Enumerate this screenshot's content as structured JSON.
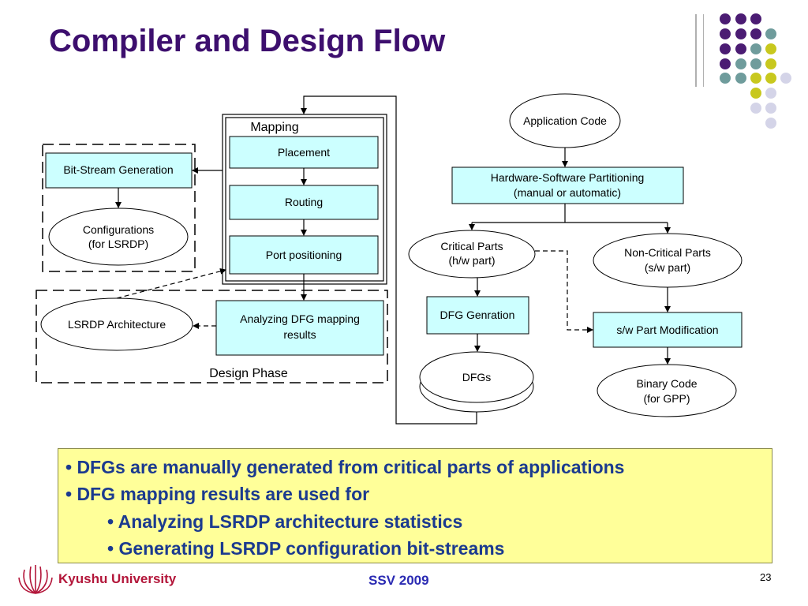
{
  "title": "Compiler and Design Flow",
  "colors": {
    "title": "#3d0f6e",
    "box_fill": "#ccffff",
    "dot_purple": "#4b1c73",
    "dot_teal": "#6f9c9c",
    "dot_yellow": "#c8c81e",
    "dot_lavender": "#d4d4e8",
    "note_fill": "#ffff99",
    "note_text": "#1b3a8f",
    "univ_text": "#b3163a",
    "conf_text": "#2b2bb3"
  },
  "diagram": {
    "mapping_label": "Mapping",
    "placement": "Placement",
    "routing": "Routing",
    "port_positioning": "Port positioning",
    "bitstream": "Bit-Stream Generation",
    "configurations_l1": "Configurations",
    "configurations_l2": "(for LSRDP)",
    "lsrdp_arch": "LSRDP Architecture",
    "analyzing_l1": "Analyzing DFG mapping",
    "analyzing_l2": "results",
    "design_phase": "Design Phase",
    "app_code": "Application Code",
    "hw_sw_l1": "Hardware-Software Partitioning",
    "hw_sw_l2": "(manual or automatic)",
    "critical_l1": "Critical Parts",
    "critical_l2": "(h/w part)",
    "noncritical_l1": "Non-Critical Parts",
    "noncritical_l2": "(s/w part)",
    "dfg_gen": "DFG Genration",
    "sw_mod": "s/w Part Modification",
    "dfgs": "DFGs",
    "binary_l1": "Binary Code",
    "binary_l2": "(for GPP)"
  },
  "notes": [
    "• DFGs are manually generated from critical parts of applications",
    "• DFG mapping results are used for",
    "• Analyzing LSRDP architecture statistics",
    "• Generating LSRDP configuration bit-streams"
  ],
  "footer": {
    "university": "Kyushu University",
    "conference": "SSV 2009",
    "page": "23"
  }
}
